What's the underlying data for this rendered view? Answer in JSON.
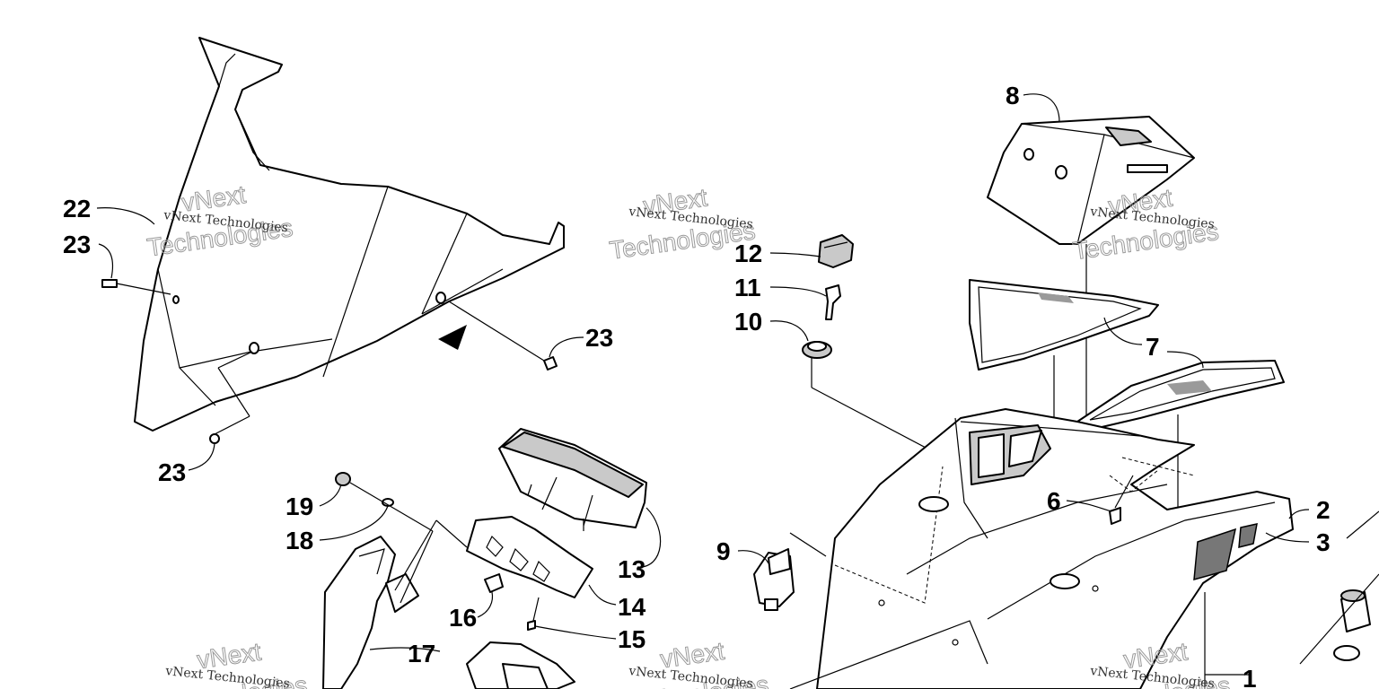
{
  "diagram": {
    "callouts": [
      {
        "id": "c1",
        "label": "1"
      },
      {
        "id": "c2",
        "label": "2"
      },
      {
        "id": "c3",
        "label": "3"
      },
      {
        "id": "c6",
        "label": "6"
      },
      {
        "id": "c7",
        "label": "7"
      },
      {
        "id": "c8",
        "label": "8"
      },
      {
        "id": "c9",
        "label": "9"
      },
      {
        "id": "c10",
        "label": "10"
      },
      {
        "id": "c11",
        "label": "11"
      },
      {
        "id": "c12",
        "label": "12"
      },
      {
        "id": "c13",
        "label": "13"
      },
      {
        "id": "c14",
        "label": "14"
      },
      {
        "id": "c15",
        "label": "15"
      },
      {
        "id": "c16",
        "label": "16"
      },
      {
        "id": "c17",
        "label": "17"
      },
      {
        "id": "c18",
        "label": "18"
      },
      {
        "id": "c19",
        "label": "19"
      },
      {
        "id": "c22",
        "label": "22"
      },
      {
        "id": "c23a",
        "label": "23"
      },
      {
        "id": "c23b",
        "label": "23"
      },
      {
        "id": "c23c",
        "label": "23"
      }
    ]
  },
  "watermark": {
    "line1": "vNext Technologies",
    "outline_a": "vNext",
    "outline_b": "Technologies"
  }
}
